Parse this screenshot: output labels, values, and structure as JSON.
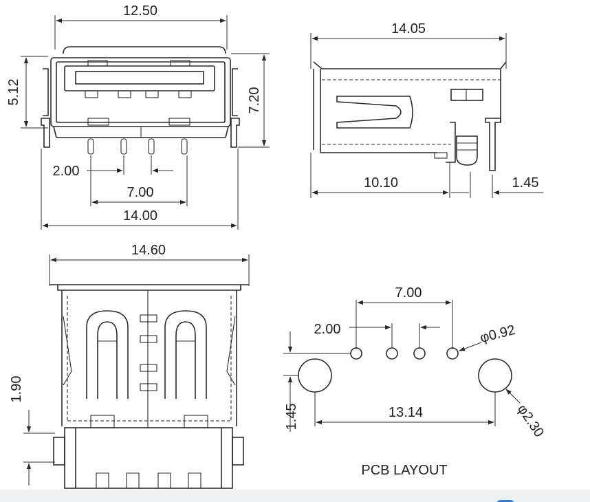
{
  "front_view": {
    "width_top": "12.50",
    "height_left": "5.12",
    "height_right": "7.20",
    "pin_pitch": "2.00",
    "pin_span": "7.00",
    "width_total": "14.00"
  },
  "side_view": {
    "length_total": "14.05",
    "length_base": "10.10",
    "tail": "1.45"
  },
  "bottom_view": {
    "width": "14.60",
    "offset_a": "1.90",
    "offset_b": "1.45"
  },
  "pcb_layout": {
    "pitch": "2.00",
    "span": "7.00",
    "small_hole": "φ0.92",
    "large_hole": "φ2.30",
    "large_span": "13.14",
    "caption": "PCB LAYOUT"
  },
  "colors": {
    "line": "#2a2a2a",
    "text": "#222222",
    "accent": "#2f7de1"
  }
}
